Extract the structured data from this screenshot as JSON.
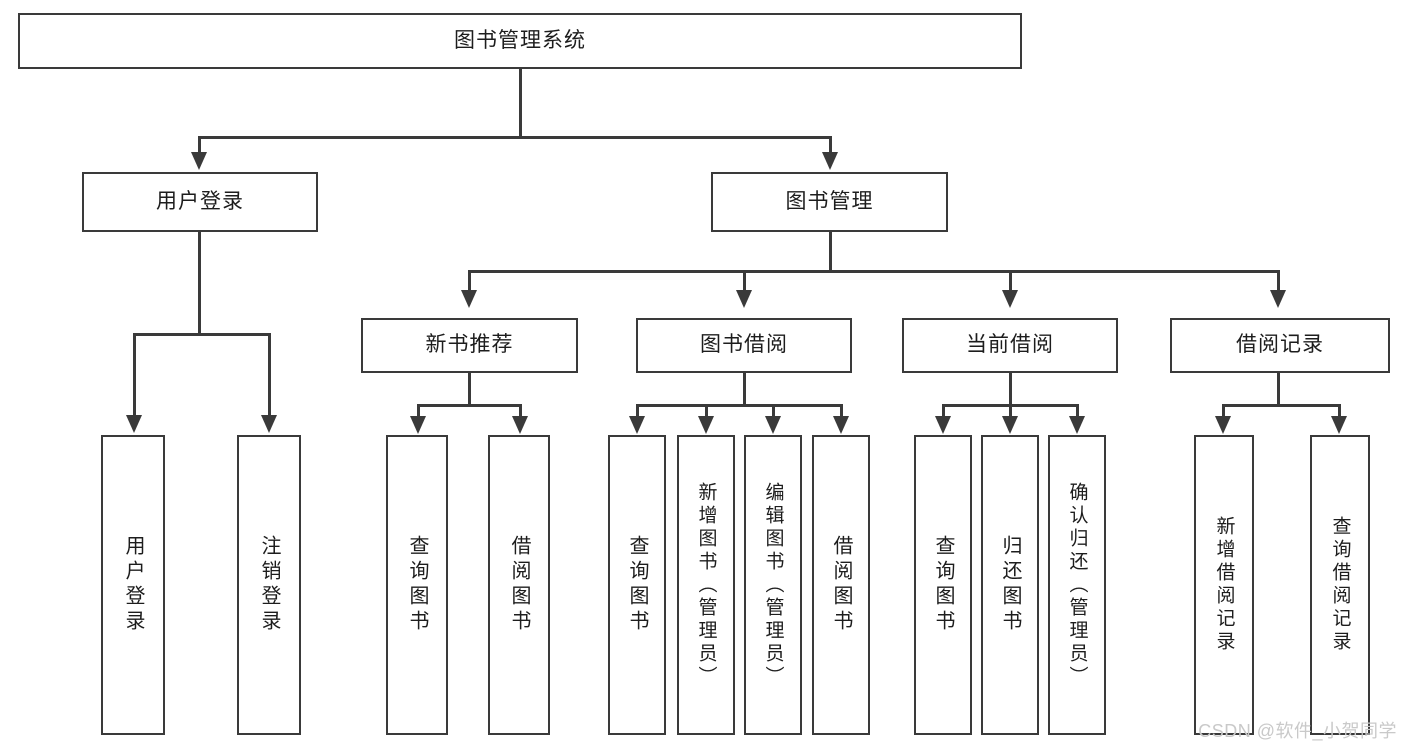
{
  "diagram": {
    "title": "图书管理系统",
    "type": "tree",
    "watermark": "CSDN @软件_小贺同学",
    "colors": {
      "stroke": "#3a3a3a",
      "box_fill": "#ffffff",
      "text": "#1d1d1d",
      "background": "#ffffff",
      "watermark": "#c9c9c9"
    },
    "nodes": {
      "root": "图书管理系统",
      "level1": {
        "user_login": "用户登录",
        "book_management": "图书管理"
      },
      "level2": {
        "new_book_recommend": "新书推荐",
        "book_borrow": "图书借阅",
        "current_borrow": "当前借阅",
        "borrow_record": "借阅记录"
      },
      "leaves": {
        "user_login_1": "用户登录",
        "user_login_2": "注销登录",
        "new_book_1": "查询图书",
        "new_book_2": "借阅图书",
        "book_borrow_1": "查询图书",
        "book_borrow_2": "新增图书（管理员）",
        "book_borrow_3": "编辑图书（管理员）",
        "book_borrow_4": "借阅图书",
        "current_borrow_1": "查询图书",
        "current_borrow_2": "归还图书",
        "current_borrow_3": "确认归还（管理员）",
        "borrow_record_1": "新增借阅记录",
        "borrow_record_2": "查询借阅记录"
      }
    }
  }
}
